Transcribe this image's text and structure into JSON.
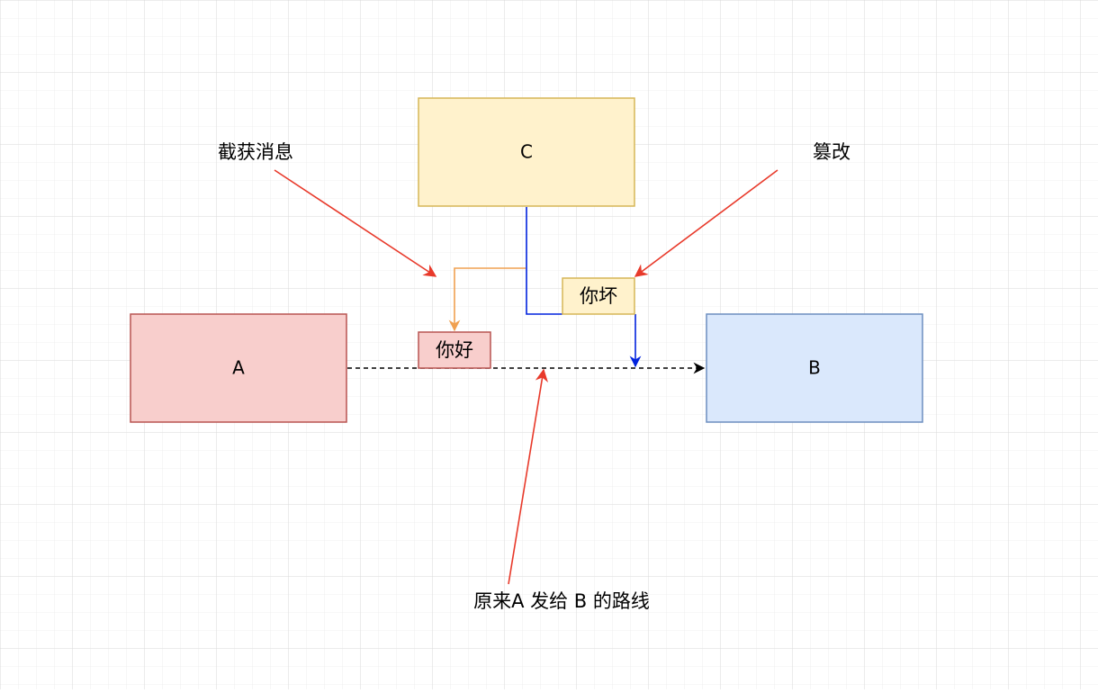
{
  "nodes": {
    "a": {
      "label": "A",
      "fill": "#f8cecc",
      "stroke": "#b85450"
    },
    "b": {
      "label": "B",
      "fill": "#dae8fc",
      "stroke": "#6c8ebf"
    },
    "c": {
      "label": "C",
      "fill": "#fff2cc",
      "stroke": "#d6b656"
    },
    "msg_hello": {
      "label": "你好",
      "fill": "#f8cecc",
      "stroke": "#b85450"
    },
    "msg_bad": {
      "label": "你坏",
      "fill": "#fff2cc",
      "stroke": "#d6b656"
    }
  },
  "annotations": {
    "intercept": "截获消息",
    "tamper": "篡改",
    "original_route": "原来A 发给 B 的路线"
  },
  "edges": {
    "route_color": "#000000",
    "intercept_color": "#f0a050",
    "tamper_color": "#0022dd",
    "annotation_arrow_color": "#e8392a"
  },
  "grid": {
    "color": "#e4e4e4"
  }
}
